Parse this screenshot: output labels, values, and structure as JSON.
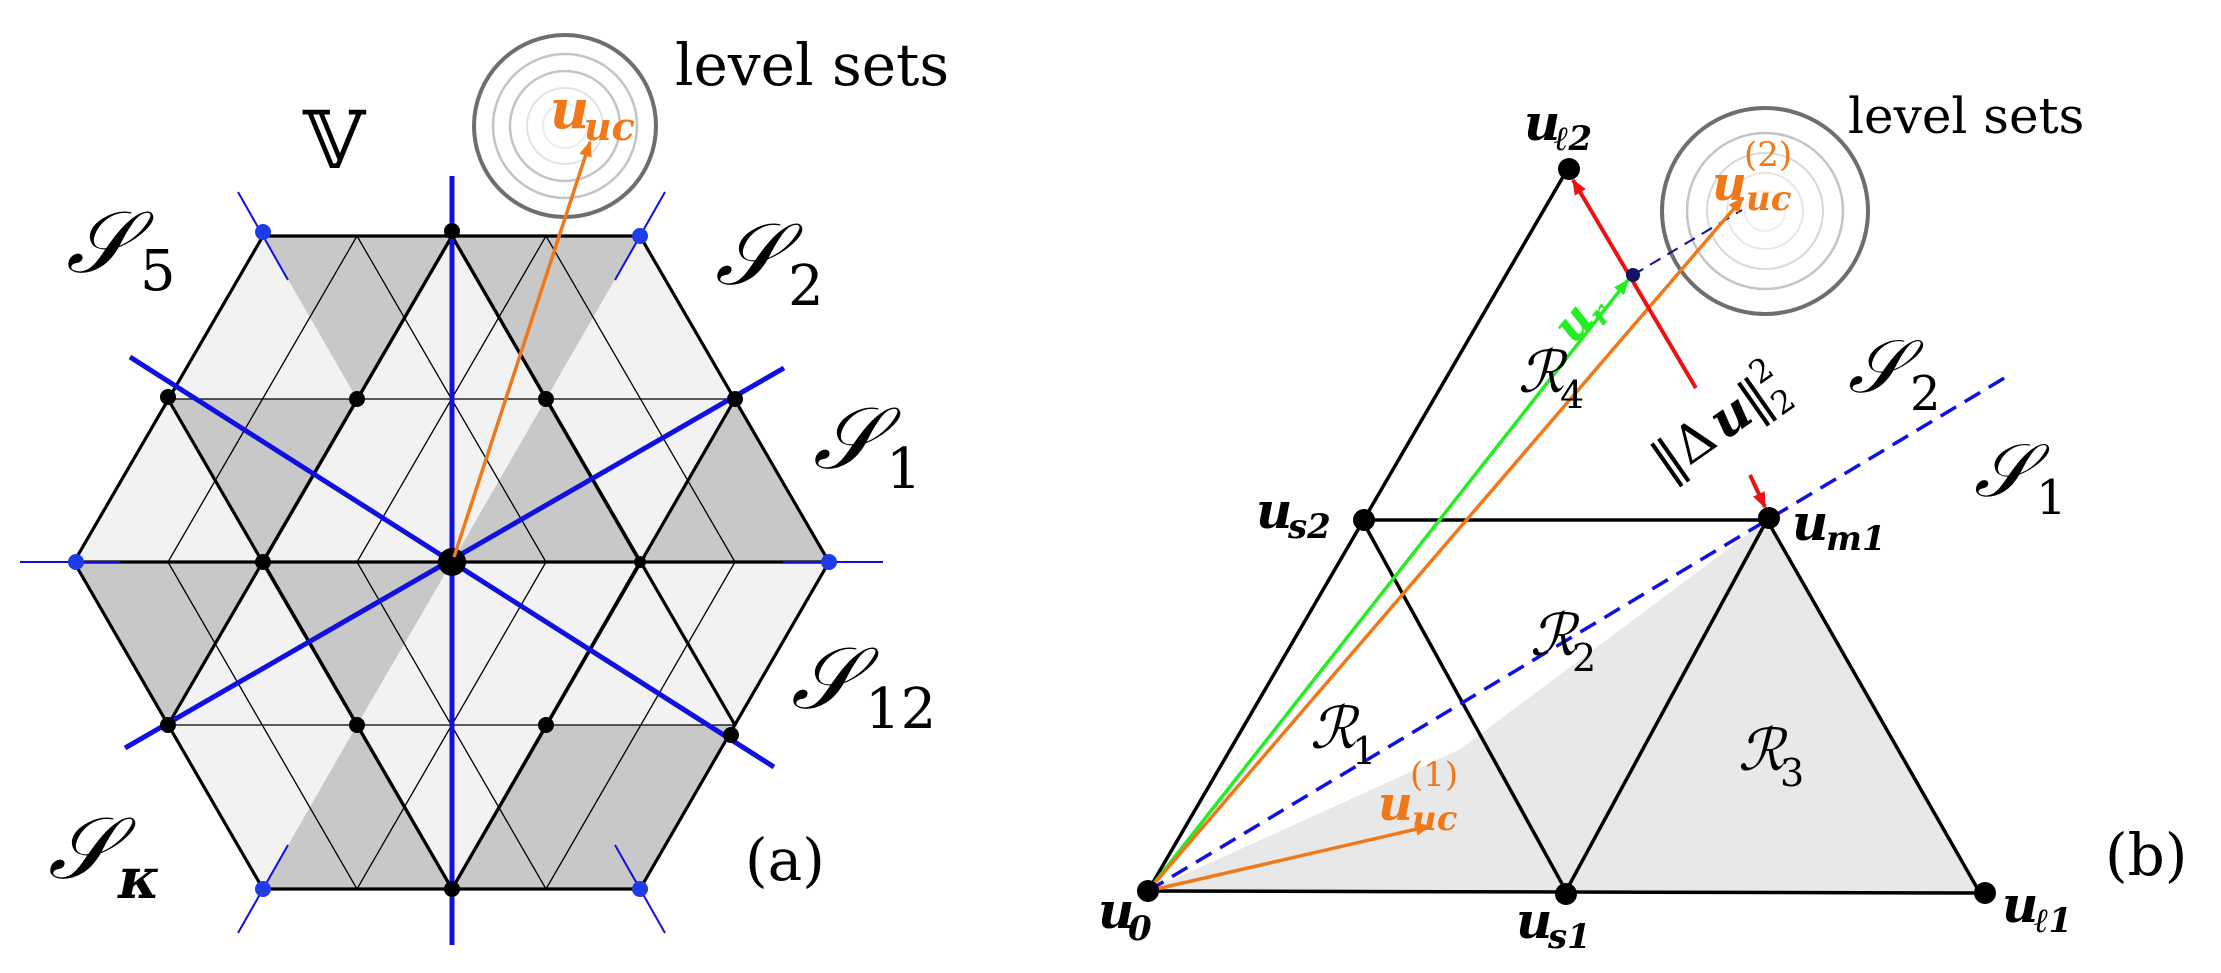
{
  "panel_a": {
    "space_symbol": "𝕍",
    "level_sets_label": "level sets",
    "sector_labels": [
      {
        "script": "𝒮",
        "sub": "5"
      },
      {
        "script": "𝒮",
        "sub": "2"
      },
      {
        "script": "𝒮",
        "sub": "1"
      },
      {
        "script": "𝒮",
        "sub": "12"
      },
      {
        "script": "𝒮",
        "sub": "κ"
      }
    ],
    "vector_label": {
      "main": "u",
      "sub": "uc"
    },
    "panel_tag": "(a)"
  },
  "panel_b": {
    "level_sets_label": "level sets",
    "vertex_labels": [
      {
        "main": "u",
        "sub": "ℓ2"
      },
      {
        "main": "u",
        "sub": "s2"
      },
      {
        "main": "u",
        "sub": "m1"
      },
      {
        "main": "u",
        "sub": "0"
      },
      {
        "main": "u",
        "sub": "s1"
      },
      {
        "main": "u",
        "sub": "ℓ1"
      }
    ],
    "region_labels": [
      {
        "script": "ℛ",
        "sub": "4"
      },
      {
        "script": "ℛ",
        "sub": "2"
      },
      {
        "script": "ℛ",
        "sub": "1"
      },
      {
        "script": "ℛ",
        "sub": "3"
      }
    ],
    "sector_labels": [
      {
        "script": "𝒮",
        "sub": "2"
      },
      {
        "script": "𝒮",
        "sub": "1"
      }
    ],
    "vector_uc2": {
      "main": "u",
      "sub": "uc",
      "sup": "(2)"
    },
    "vector_uc1": {
      "main": "u",
      "sub": "uc",
      "sup": "(1)"
    },
    "vector_ur": {
      "main": "u",
      "sub": "r"
    },
    "norm_label": {
      "open": "‖Δ",
      "main": "u",
      "close": "‖",
      "sub": "2",
      "sup": "2"
    },
    "panel_tag": "(b)"
  },
  "colors": {
    "gray_fill": "#c8c8c8",
    "light_fill": "#f2f2f2",
    "region_fill": "#e8e8e8",
    "sector_line": "#1010e0",
    "uc_vector": "#f07818",
    "ur_vector": "#22ee22",
    "error_vector": "#ee1111",
    "edge": "#000000",
    "outer_circle": "#6e6e6e",
    "inner_circle": "#c4c4c4"
  }
}
